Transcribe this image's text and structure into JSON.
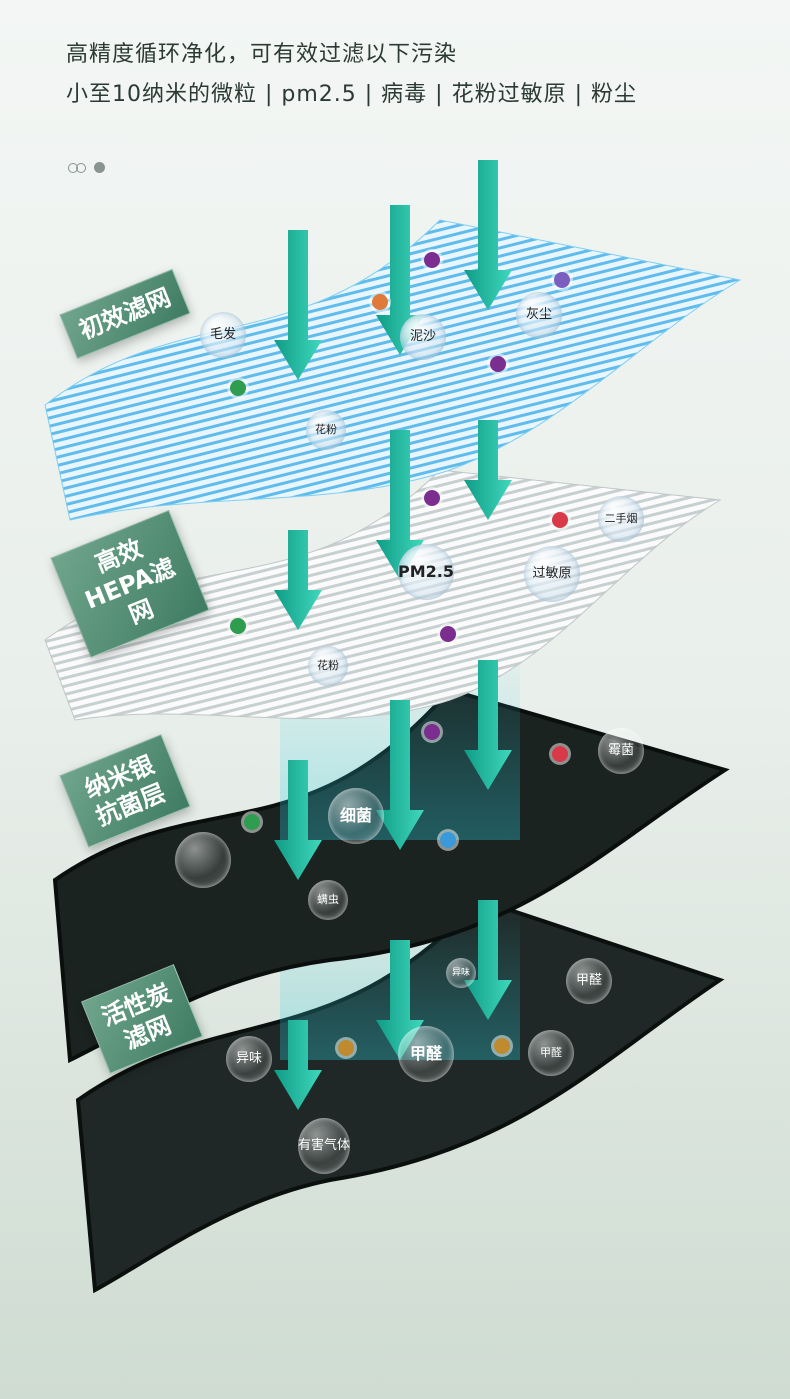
{
  "header": {
    "line1": "高精度循环净化，可有效过滤以下污染",
    "line2": "小至10纳米的微粒 | pm2.5 | 病毒 | 花粉过敏原 | 粉尘"
  },
  "layers": [
    {
      "label": "初效滤网",
      "particles": [
        "毛发",
        "泥沙",
        "灰尘",
        "花粉"
      ]
    },
    {
      "label": "高效HEPA滤网",
      "particles": [
        "PM2.5",
        "过敏原",
        "二手烟",
        "花粉"
      ]
    },
    {
      "label": "纳米银抗菌层",
      "particles": [
        "细菌",
        "霉菌",
        "螨虫"
      ]
    },
    {
      "label": "活性炭滤网",
      "particles": [
        "异味",
        "甲醛",
        "甲醛",
        "异味",
        "甲醛",
        "有害气体"
      ]
    }
  ],
  "colors": {
    "accent": "#1fb39b",
    "tag": "#4e8b71",
    "blue_filter": "#6cc4ee",
    "carbon": "#1d2624"
  }
}
